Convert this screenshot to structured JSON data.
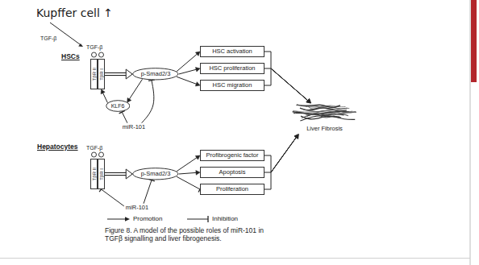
{
  "diagram": {
    "caption": "Figure 8. A model of the possible roles of miR-101 in TGFβ signalling and liver fibrogenesis.",
    "nodes": [
      {
        "text": [
          "TβR II"
        ]
      },
      {
        "text": [
          "TβR I"
        ]
      },
      {
        "text": [
          "p-Smad2/3"
        ]
      },
      {
        "text": [
          "HSC activation"
        ]
      },
      {
        "text": [
          "HSC proliferation"
        ]
      },
      {
        "text": [
          "HSC migration"
        ]
      },
      {
        "text": [
          "KLF6"
        ]
      },
      {
        "text": [
          "miR-101"
        ]
      },
      {
        "text": [
          "TβR II"
        ]
      },
      {
        "text": [
          "TβR I"
        ]
      },
      {
        "text": [
          "p-Smad2/3"
        ]
      },
      {
        "text": [
          "Profibrogenic factor"
        ]
      },
      {
        "text": [
          "Apoptosis"
        ]
      },
      {
        "text": [
          "Proliferation"
        ]
      },
      {
        "text": [
          "miR-101"
        ]
      },
      {
        "text": [
          "Liver Fibrosis"
        ]
      }
    ],
    "edges": [
      {
        "from": 1,
        "to": 2,
        "arrow": "to"
      },
      {
        "from": 2,
        "to": 3,
        "arrow": "to"
      },
      {
        "from": 2,
        "to": 4,
        "arrow": "to"
      },
      {
        "from": 2,
        "to": 5,
        "arrow": "to"
      },
      {
        "from": 2,
        "to": 6,
        "arrow": "to"
      },
      {
        "from": 6,
        "to": 1,
        "arrow": "to"
      },
      {
        "from": 7,
        "to": 6,
        "arrow": "none"
      },
      {
        "from": 7,
        "to": 2,
        "arrow": "none"
      },
      {
        "from": 3,
        "to": 15,
        "arrow": "to"
      },
      {
        "from": 4,
        "to": 15,
        "arrow": "to"
      },
      {
        "from": 5,
        "to": 15,
        "arrow": "to"
      },
      {
        "from": 9,
        "to": 10,
        "arrow": "to"
      },
      {
        "from": 10,
        "to": 11,
        "arrow": "to"
      },
      {
        "from": 10,
        "to": 12,
        "arrow": "to"
      },
      {
        "from": 10,
        "to": 13,
        "arrow": "none"
      },
      {
        "from": 14,
        "to": 9,
        "arrow": "none"
      },
      {
        "from": 14,
        "to": 10,
        "arrow": "none"
      },
      {
        "from": 11,
        "to": 15,
        "arrow": "to"
      },
      {
        "from": 12,
        "to": 15,
        "arrow": "to"
      },
      {
        "from": 13,
        "to": 15,
        "arrow": "to"
      }
    ],
    "labels": [
      "Kupffer cell ↑",
      "TGF-β",
      "HSCs",
      "TGF-β",
      "Hepatocytes",
      "TGF-β"
    ],
    "legend": [
      {
        "text": "Promotion"
      },
      {
        "text": "Inhibition"
      }
    ]
  }
}
